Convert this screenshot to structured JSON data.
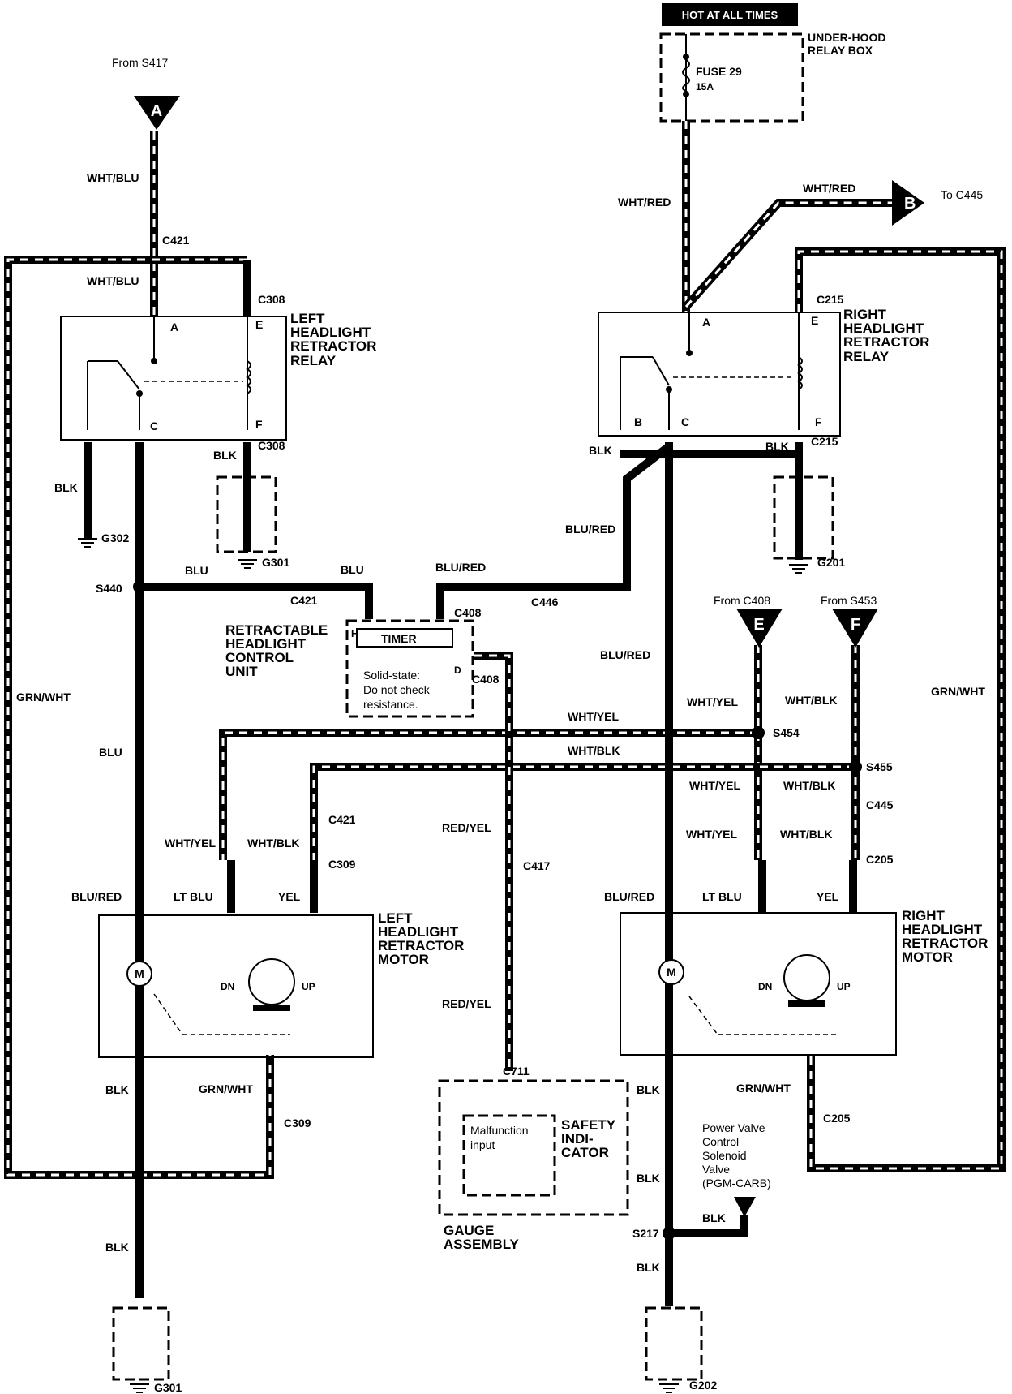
{
  "diagram": {
    "hot_label": "HOT AT ALL TIMES",
    "relay_box": "UNDER-HOOD\nRELAY BOX",
    "fuse_name": "FUSE 29",
    "fuse_rating": "15A",
    "from_s417": "From S417",
    "to_c445": "To C445",
    "from_c408": "From C408",
    "from_s453": "From S453",
    "conn_a": "A",
    "conn_b": "B",
    "conn_e": "E",
    "conn_f": "F",
    "left_relay": "LEFT\nHEADLIGHT\nRETRACTOR\nRELAY",
    "right_relay": "RIGHT\nHEADLIGHT\nRETRACTOR\nRELAY",
    "left_motor": "LEFT\nHEADLIGHT\nRETRACTOR\nMOTOR",
    "right_motor": "RIGHT\nHEADLIGHT\nRETRACTOR\nMOTOR",
    "control_unit": "RETRACTABLE\nHEADLIGHT\nCONTROL\nUNIT",
    "timer": "TIMER",
    "solid_state": "Solid-state:\nDo not check\nresistance.",
    "safety": "SAFETY\nINDI-\nCATOR",
    "malfunction": "Malfunction\ninput",
    "gauge": "GAUGE\nASSEMBLY",
    "power_valve": "Power Valve\nControl\nSolenoid\nValve\n(PGM-CARB)",
    "pin_labels": {
      "a": "A",
      "b": "B",
      "c": "C",
      "d": "D",
      "e": "E",
      "f": "F",
      "h": "H",
      "m": "M",
      "dn": "DN",
      "up": "UP"
    },
    "wire_colors": {
      "wht_blu": "WHT/BLU",
      "wht_red": "WHT/RED",
      "blk": "BLK",
      "blu": "BLU",
      "blu_red": "BLU/RED",
      "grn_wht": "GRN/WHT",
      "wht_yel": "WHT/YEL",
      "wht_blk": "WHT/BLK",
      "red_yel": "RED/YEL",
      "lt_blu": "LT BLU",
      "yel": "YEL"
    },
    "connectors": {
      "c421": "C421",
      "c308": "C308",
      "c215": "C215",
      "c408": "C408",
      "c446": "C446",
      "c445": "C445",
      "c309": "C309",
      "c205": "C205",
      "c417": "C417",
      "c711": "C711",
      "s440": "S440",
      "s454": "S454",
      "s455": "S455",
      "s217": "S217",
      "g302": "G302",
      "g301": "G301",
      "g201": "G201",
      "g202": "G202"
    }
  }
}
